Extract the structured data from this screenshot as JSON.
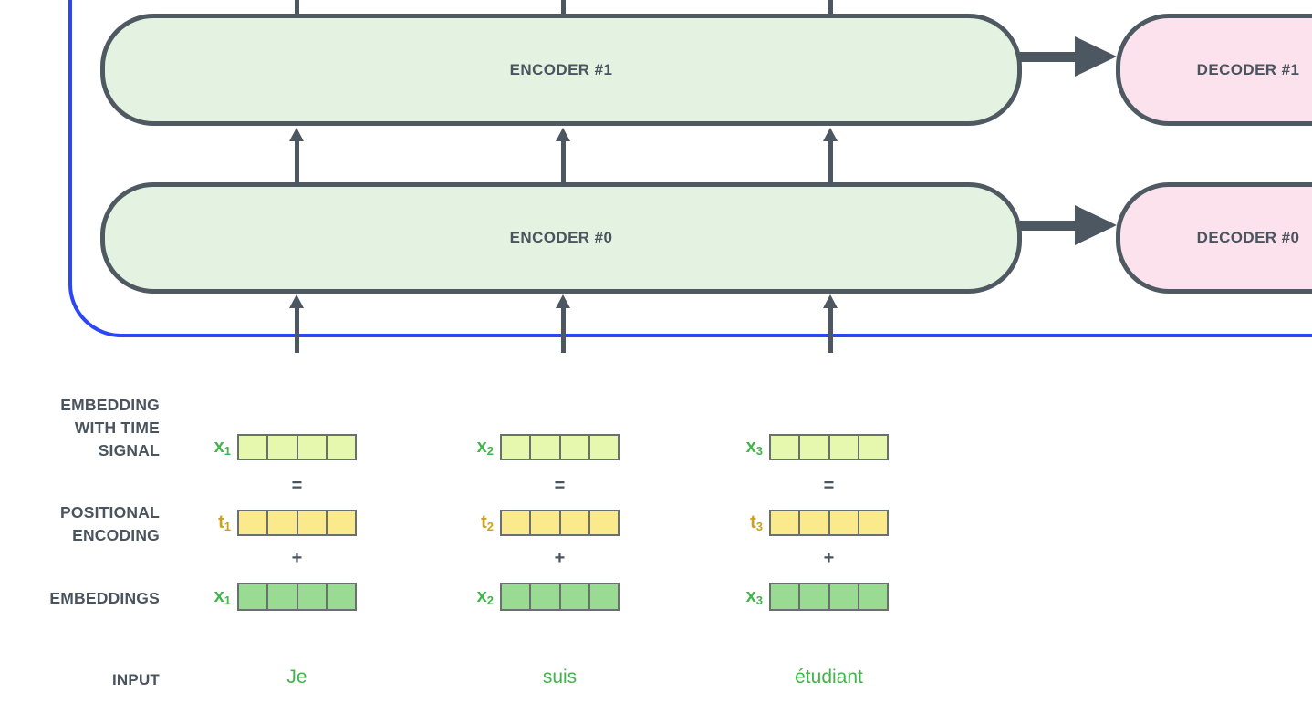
{
  "diagram": {
    "encoders": [
      {
        "label": "ENCODER #1"
      },
      {
        "label": "ENCODER #0"
      }
    ],
    "decoders": [
      {
        "label": "DECODER #1"
      },
      {
        "label": "DECODER #0"
      }
    ]
  },
  "side_labels": {
    "time_signal_lines": [
      "EMBEDDING",
      "WITH TIME",
      "SIGNAL"
    ],
    "positional_lines": [
      "POSITIONAL",
      "ENCODING"
    ],
    "embeddings": "EMBEDDINGS",
    "input": "INPUT"
  },
  "operators": {
    "equals": "=",
    "plus": "+"
  },
  "columns": [
    {
      "input_word": "Je",
      "vectors": {
        "time_signal": {
          "letter": "x",
          "sub": "1"
        },
        "positional": {
          "letter": "t",
          "sub": "1"
        },
        "embedding": {
          "letter": "x",
          "sub": "1"
        }
      }
    },
    {
      "input_word": "suis",
      "vectors": {
        "time_signal": {
          "letter": "x",
          "sub": "2"
        },
        "positional": {
          "letter": "t",
          "sub": "2"
        },
        "embedding": {
          "letter": "x",
          "sub": "2"
        }
      }
    },
    {
      "input_word": "étudiant",
      "vectors": {
        "time_signal": {
          "letter": "x",
          "sub": "3"
        },
        "positional": {
          "letter": "t",
          "sub": "3"
        },
        "embedding": {
          "letter": "x",
          "sub": "3"
        }
      }
    }
  ],
  "colors": {
    "encoder_fill": "#e4f3e1",
    "decoder_fill": "#fce2ed",
    "outline": "#4f5961",
    "arrow": "#4d5761",
    "blue_frame": "#2b46f7",
    "time_signal_cell": "#e6f8ae",
    "positional_cell": "#fbe98d",
    "embedding_cell": "#9adb94",
    "cell_border": "#68716b",
    "x_green": "#3fb648",
    "t_gold": "#d0a01d",
    "input_green": "#41b549",
    "text_dark": "#4a545e"
  }
}
